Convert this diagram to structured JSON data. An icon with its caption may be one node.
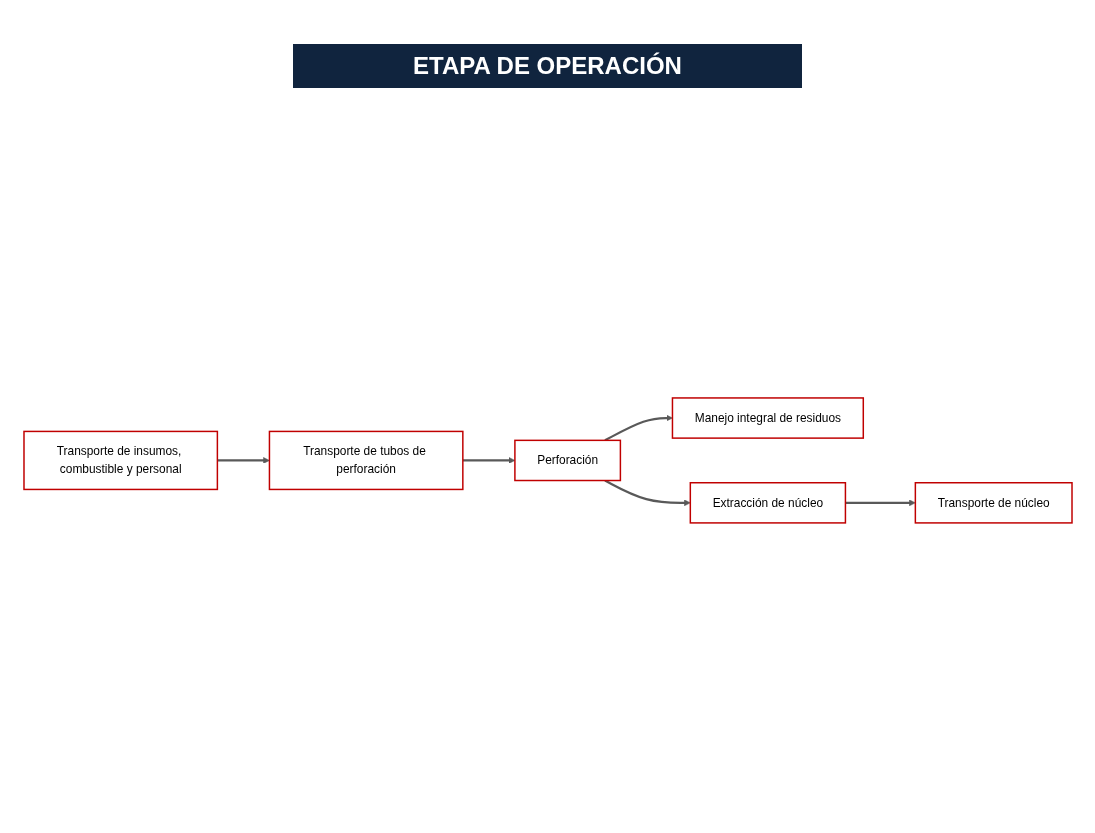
{
  "diagram": {
    "title": "ETAPA DE OPERACIÓN",
    "nodes": [
      {
        "text": [
          "Transporte de insumos, combustible y personal"
        ]
      },
      {
        "text": [
          "Transporte de tubos de perforación"
        ]
      },
      {
        "text": [
          "Perforación"
        ]
      },
      {
        "text": [
          "Manejo integral de residuos"
        ]
      },
      {
        "text": [
          "Extracción de núcleo"
        ]
      },
      {
        "text": [
          "Transporte de núcleo"
        ]
      }
    ],
    "edges": [
      {
        "from": 0,
        "to": 1,
        "arrow": "to"
      },
      {
        "from": 1,
        "to": 2,
        "arrow": "to"
      },
      {
        "from": 2,
        "to": 3,
        "arrow": "to"
      },
      {
        "from": 2,
        "to": 4,
        "arrow": "to"
      },
      {
        "from": 4,
        "to": 5,
        "arrow": "to"
      }
    ]
  }
}
